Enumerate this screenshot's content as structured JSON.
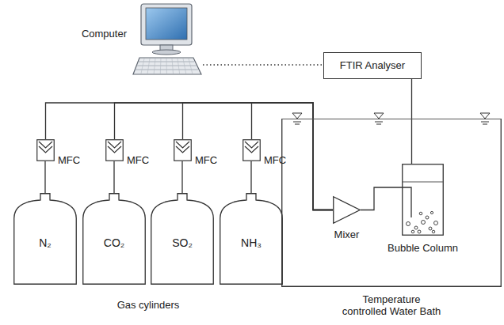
{
  "diagram": {
    "nodes": [
      {
        "text": [
          "Computer"
        ]
      },
      {
        "text": [
          "FTIR Analyser"
        ]
      },
      {
        "text": [
          "MFC"
        ]
      },
      {
        "text": [
          "MFC"
        ]
      },
      {
        "text": [
          "MFC"
        ]
      },
      {
        "text": [
          "MFC"
        ]
      },
      {
        "text": [
          "N₂"
        ]
      },
      {
        "text": [
          "CO₂"
        ]
      },
      {
        "text": [
          "SO₂"
        ]
      },
      {
        "text": [
          "NH₃"
        ]
      },
      {
        "text": [
          "Temperature controlled Water Bath"
        ]
      },
      {
        "text": [
          "Mixer"
        ],
        "in": 10
      },
      {
        "text": [
          "Bubble Column"
        ],
        "in": 10
      }
    ],
    "edges": [
      {
        "from": 6,
        "to": 2,
        "arrow": "none"
      },
      {
        "from": 7,
        "to": 3,
        "arrow": "none"
      },
      {
        "from": 8,
        "to": 4,
        "arrow": "none"
      },
      {
        "from": 9,
        "to": 5,
        "arrow": "none"
      },
      {
        "from": 2,
        "to": 11,
        "arrow": "none"
      },
      {
        "from": 3,
        "to": 11,
        "arrow": "none"
      },
      {
        "from": 4,
        "to": 11,
        "arrow": "none"
      },
      {
        "from": 5,
        "to": 11,
        "arrow": "none"
      },
      {
        "from": 11,
        "to": 12,
        "arrow": "none"
      },
      {
        "from": 12,
        "to": 1,
        "arrow": "none"
      },
      {
        "from": 0,
        "to": 1,
        "arrow": "none"
      }
    ],
    "labels": [
      "Gas cylinders"
    ]
  }
}
